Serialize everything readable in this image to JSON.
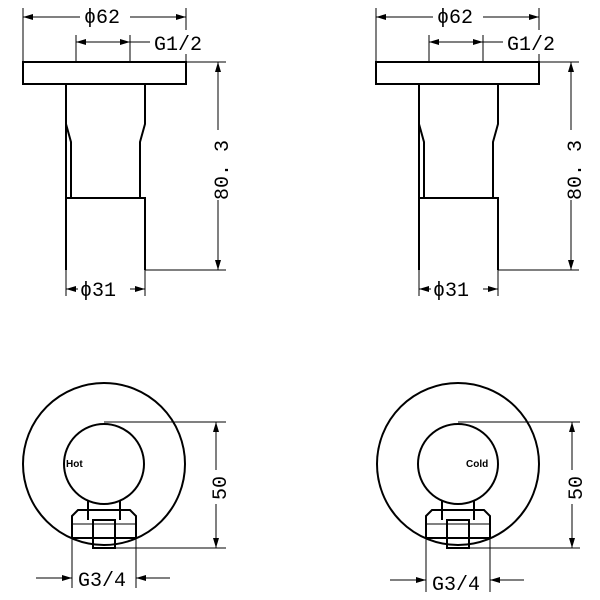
{
  "views": {
    "side_left": {
      "top_diameter": "ϕ62",
      "thread": "G1/2",
      "height": "80. 3",
      "bottom_diameter": "ϕ31"
    },
    "side_right": {
      "top_diameter": "ϕ62",
      "thread": "G1/2",
      "height": "80. 3",
      "bottom_diameter": "ϕ31"
    },
    "front_left": {
      "label": "Hot",
      "height": "50",
      "thread": "G3/4"
    },
    "front_right": {
      "label": "Cold",
      "height": "50",
      "thread": "G3/4"
    }
  },
  "colors": {
    "line": "#000000",
    "background": "#ffffff"
  }
}
